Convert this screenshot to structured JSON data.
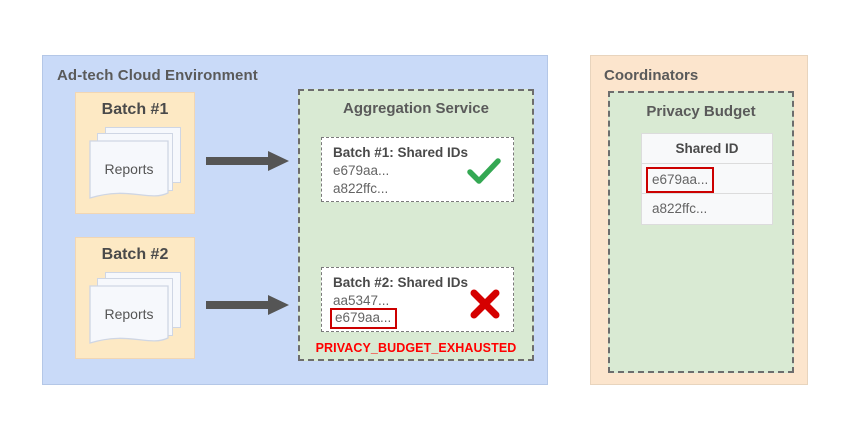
{
  "diagram": {
    "adtech": {
      "title": "Ad-tech Cloud Environment",
      "batches": [
        {
          "label": "Batch #1",
          "docs_label": "Reports"
        },
        {
          "label": "Batch #2",
          "docs_label": "Reports"
        }
      ],
      "arrow_icon": "right-arrow-icon"
    },
    "aggregation_service": {
      "title": "Aggregation Service",
      "cards": [
        {
          "heading": "Batch #1: Shared IDs",
          "ids": [
            "e679aa...",
            "a822ffc..."
          ],
          "flagged_id": null,
          "status": "success",
          "status_icon": "check-icon"
        },
        {
          "heading": "Batch #2: Shared IDs",
          "ids": [
            "aa5347..."
          ],
          "flagged_id": "e679aa...",
          "status": "error",
          "status_icon": "cross-icon"
        }
      ],
      "error_label": "PRIVACY_BUDGET_EXHAUSTED"
    },
    "coordinators": {
      "title": "Coordinators",
      "privacy_budget": {
        "title": "Privacy Budget",
        "table": {
          "column_header": "Shared ID",
          "rows": [
            {
              "value": "e679aa...",
              "highlighted": true
            },
            {
              "value": "a822ffc...",
              "highlighted": false
            }
          ]
        }
      }
    },
    "colors": {
      "panel_blue": "#c9daf8",
      "panel_orange": "#fce5cd",
      "box_yellow": "#fde9c4",
      "green_zone": "#d9ead3",
      "error_red": "#ff0000",
      "flag_red": "#cc0000",
      "check_green": "#34a853",
      "cross_red": "#d50000",
      "arrow_gray": "#555555",
      "text_gray": "#5a5a5a"
    }
  }
}
